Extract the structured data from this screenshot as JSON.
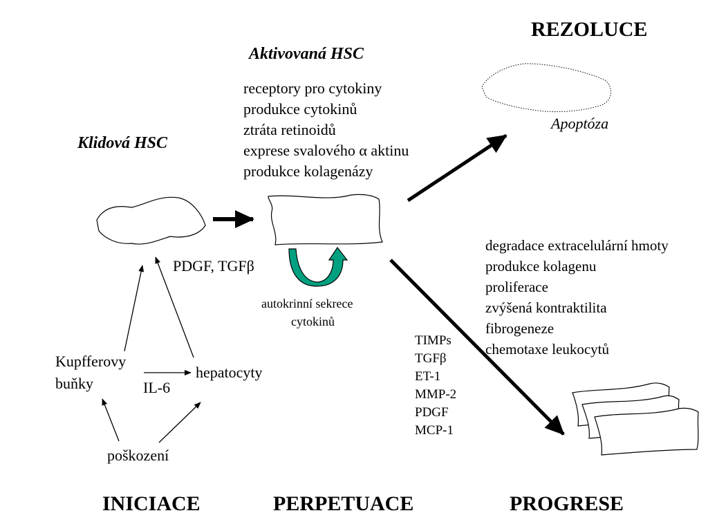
{
  "titles": {
    "rezoluce": "REZOLUCE",
    "iniciace": "INICIACE",
    "perpetuace": "PERPETUACE",
    "progrese": "PROGRESE"
  },
  "cells": {
    "activated": "Aktivovaná HSC",
    "quiescent": "Klidová HSC",
    "apoptosis": "Apoptóza"
  },
  "activated_features": [
    "receptory pro cytokiny",
    "produkce cytokinů",
    "ztráta retinoidů",
    "exprese svalového α aktinu",
    "produkce kolagenázy"
  ],
  "progression_effects": [
    "degradace extracelulární hmoty",
    "produkce kolagenu",
    "proliferace",
    "zvýšená kontraktilita",
    "fibrogeneze",
    "chemotaxe leukocytů"
  ],
  "mediators": [
    "TIMPs",
    "TGFβ",
    "ET-1",
    "MMP-2",
    "PDGF",
    "MCP-1"
  ],
  "labels": {
    "growth_factors": "PDGF, TGFβ",
    "autocrine_line1": "autokrinní sekrece",
    "autocrine_line2": "cytokinů",
    "kupffer_line1": "Kupfferovy",
    "kupffer_line2": "buňky",
    "hepatocytes": "hepatocyty",
    "il6": "IL-6",
    "injury": "poškození"
  },
  "colors": {
    "autocrine_arrow": "#00a080",
    "arrow_outline": "#000000"
  }
}
